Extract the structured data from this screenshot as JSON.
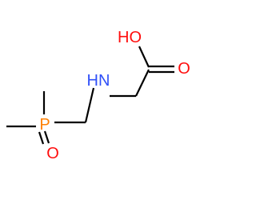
{
  "molecule": {
    "atoms": {
      "oh": {
        "label": "HO",
        "color": "#ff0d0d"
      },
      "o_carbonyl": {
        "label": "O",
        "color": "#ff0d0d"
      },
      "nh": {
        "label": "HN",
        "color": "#3050f8"
      },
      "p": {
        "label": "P",
        "color": "#ff8000"
      },
      "o_phosphoryl": {
        "label": "O",
        "color": "#ff0d0d"
      }
    },
    "bond_color": "#000000"
  }
}
